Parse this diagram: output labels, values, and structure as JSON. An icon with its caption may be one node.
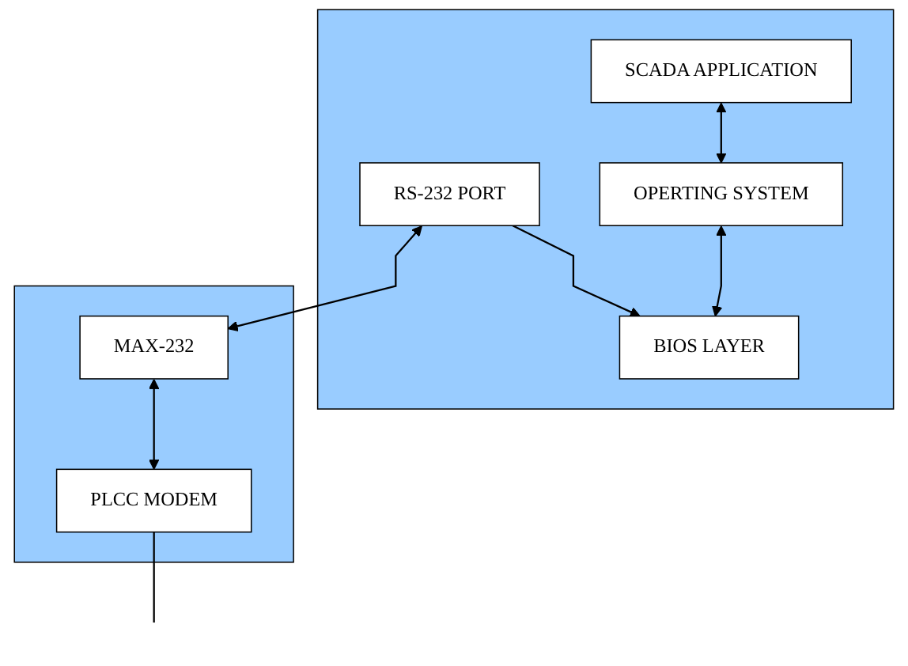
{
  "diagram": {
    "nodes": [
      {
        "text": [],
        "shape": "box"
      },
      {
        "text": [
          "SCADA APPLICATION"
        ],
        "in": 0
      },
      {
        "text": [
          "OPERTING SYSTEM"
        ],
        "in": 0
      },
      {
        "text": [
          "BIOS LAYER"
        ],
        "in": 0
      },
      {
        "text": [
          "RS-232 PORT"
        ],
        "in": 0
      },
      {
        "text": [],
        "shape": "box"
      },
      {
        "text": [
          "MAX-232"
        ],
        "in": 5
      },
      {
        "text": [
          "PLCC MODEM"
        ],
        "in": 5
      }
    ],
    "edges": [
      {
        "from": 1,
        "to": 2,
        "arrow": "both"
      },
      {
        "from": 2,
        "to": 3,
        "arrow": "both"
      },
      {
        "from": 4,
        "to": 3,
        "arrow": "to"
      },
      {
        "from": 4,
        "to": 6,
        "arrow": "both"
      },
      {
        "from": 6,
        "to": 7,
        "arrow": "both"
      },
      {
        "from": 7,
        "to": null,
        "arrow": "none"
      }
    ]
  }
}
